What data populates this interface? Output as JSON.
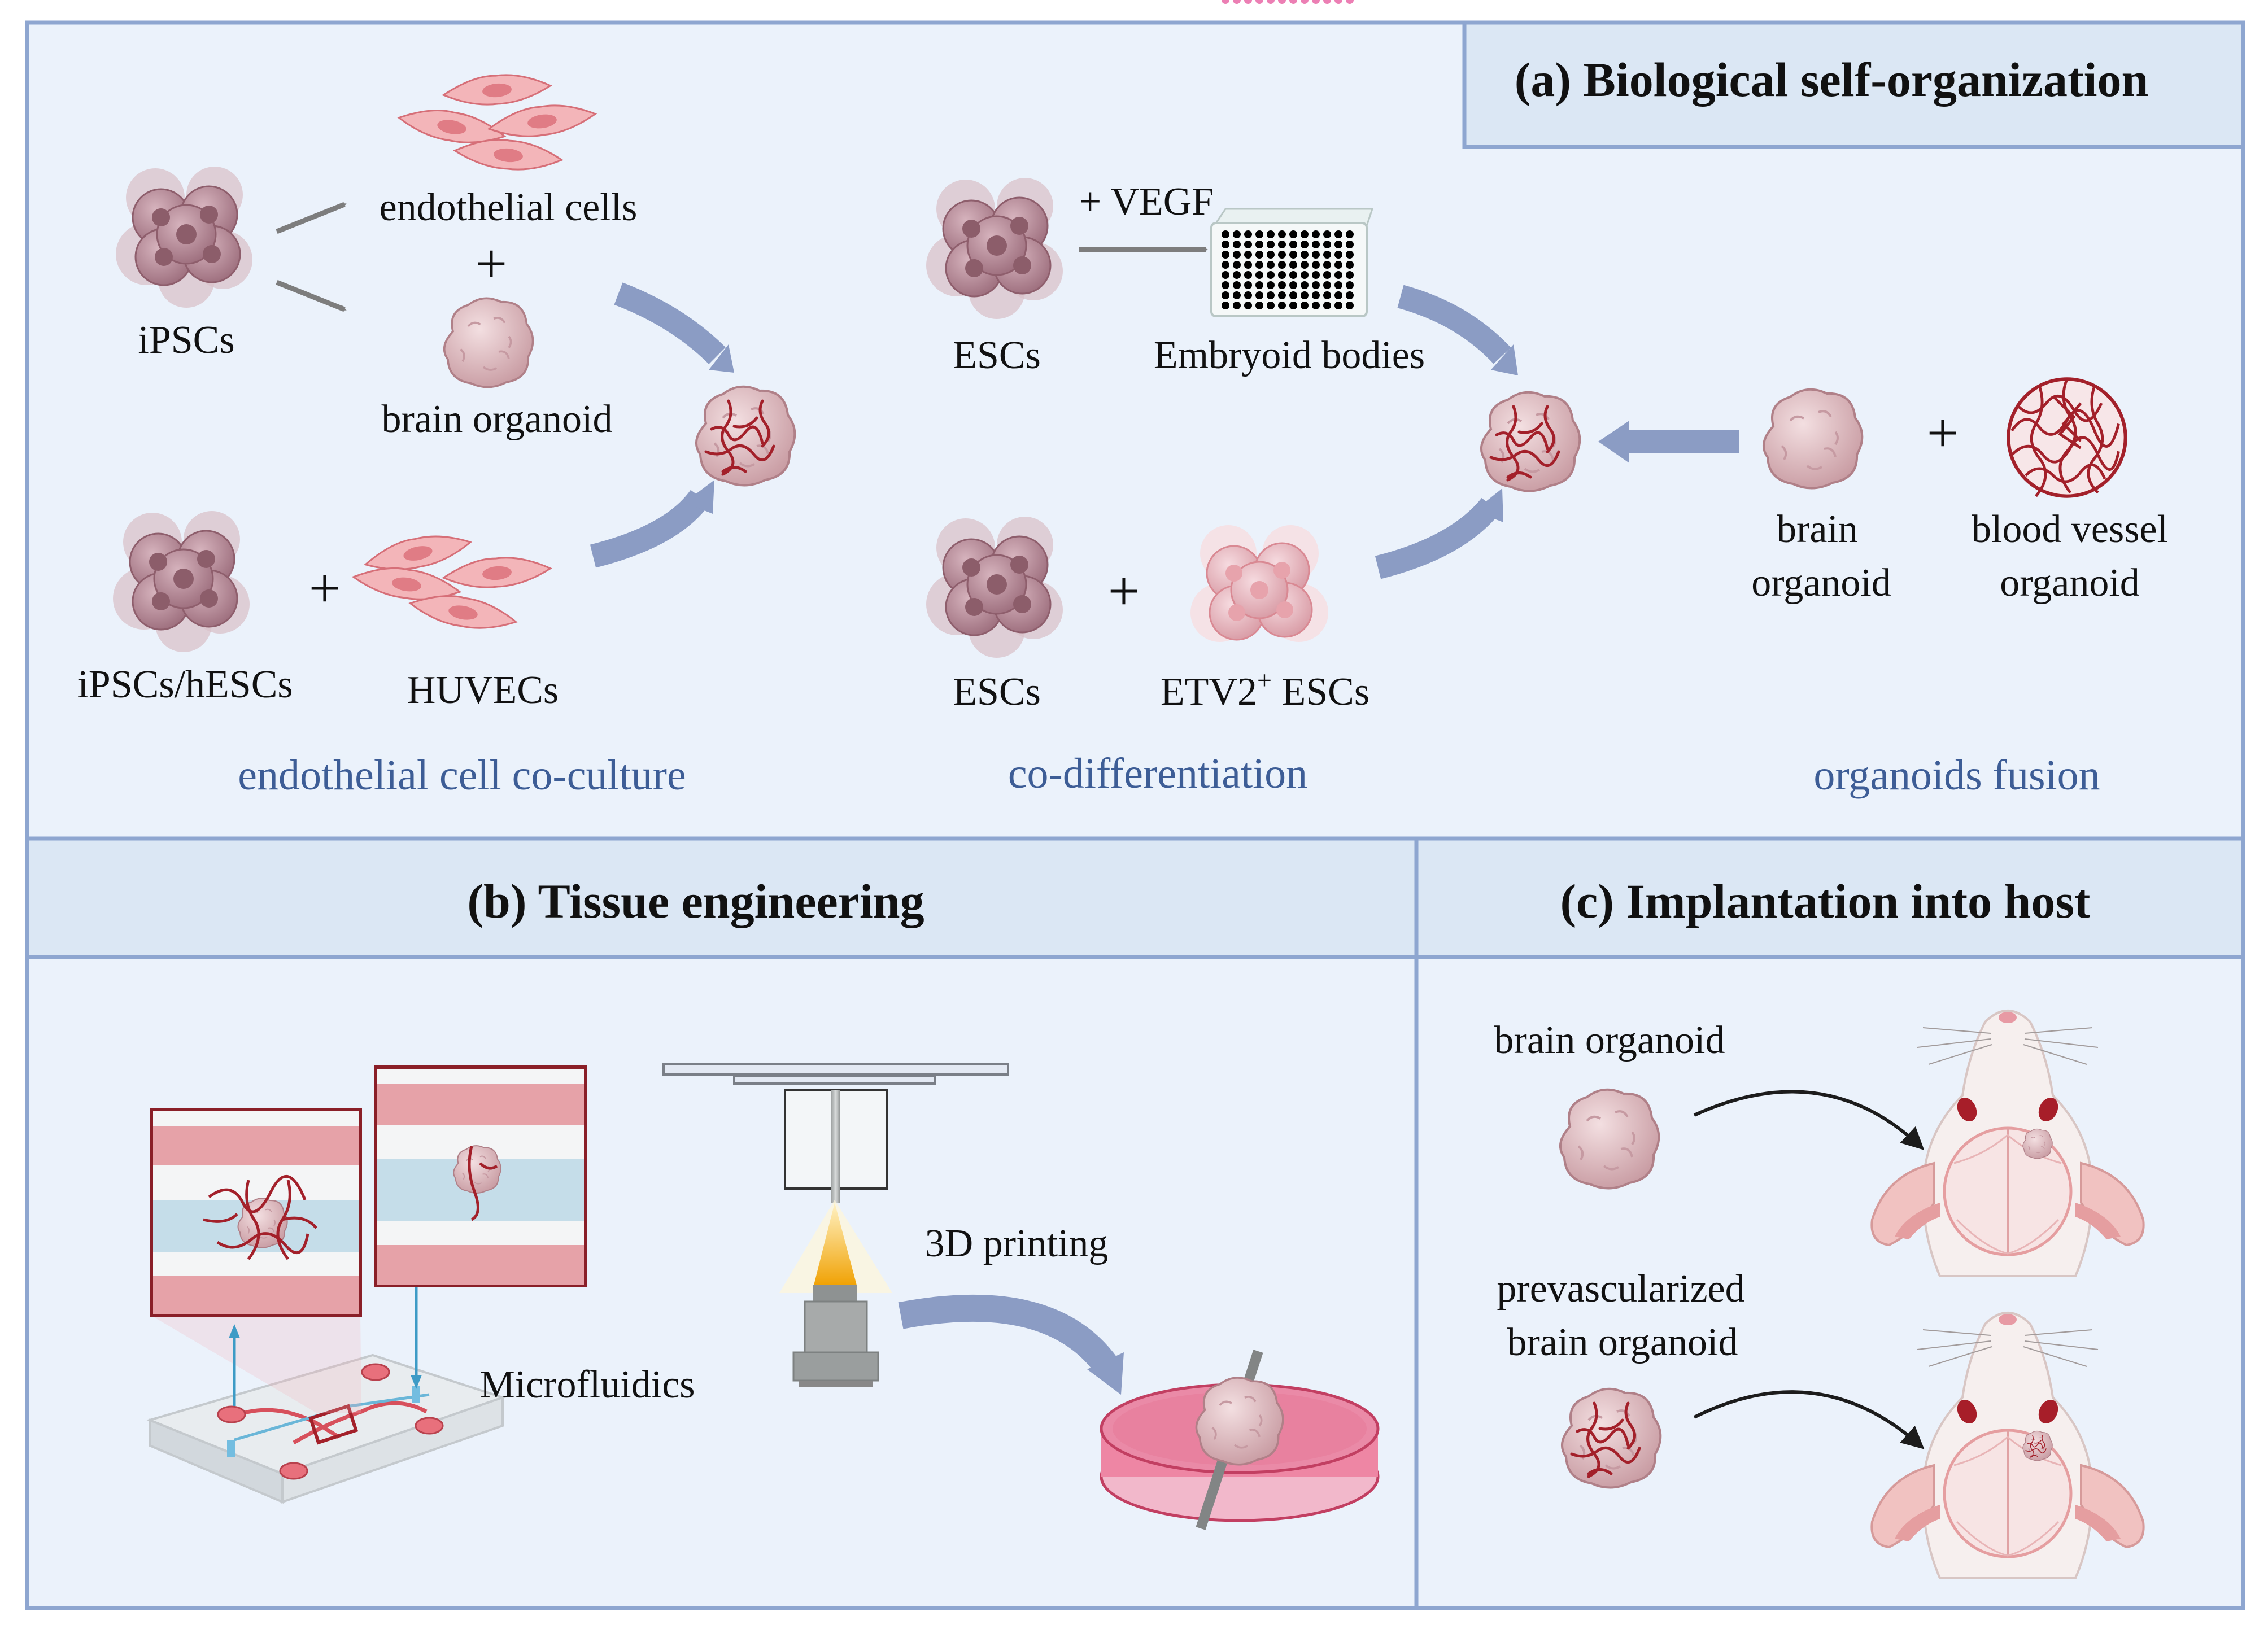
{
  "panel_a": {
    "title": "(a) Biological self-organization",
    "coculture": {
      "cell_iPSCs": "iPSCs",
      "cell_endothelial": "endothelial cells",
      "plus_1": "+",
      "cell_brain_organoid": "brain organoid",
      "cell_iPSCs_hESCs": "iPSCs/hESCs",
      "plus_2": "+",
      "cell_HUVECs": "HUVECs",
      "caption": "endothelial cell co-culture"
    },
    "codiff": {
      "cell_ESCs_1": "ESCs",
      "vegf": "+ VEGF",
      "embryoid": "Embryoid bodies",
      "cell_ESCs_2": "ESCs",
      "plus": "+",
      "etv2_base": "ETV2",
      "etv2_sup": "+",
      "etv2_tail": " ESCs",
      "caption": "co-differentiation"
    },
    "fusion": {
      "plus": "+",
      "brain_line1": "brain",
      "brain_line2": "organoid",
      "vessel_line1": "blood vessel",
      "vessel_line2": "organoid",
      "caption": "organoids fusion"
    }
  },
  "panel_b": {
    "title": "(b) Tissue engineering",
    "microfluidics": "Microfluidics",
    "printing": "3D printing"
  },
  "panel_c": {
    "title": "(c) Implantation into host",
    "brain_organoid": "brain organoid",
    "prevasc_line1": "prevascularized",
    "prevasc_line2": "brain organoid"
  },
  "colors": {
    "panel_bg": "#ebf2fb",
    "header_bg": "#dbe7f4",
    "border": "#8ea6d0",
    "caption_blue": "#3d5d96",
    "arrow_blue": "#8b9cc4",
    "cell_purple": "#b48a96",
    "organoid_pink": "#e8c4c8",
    "vessel_red": "#a3202a"
  }
}
